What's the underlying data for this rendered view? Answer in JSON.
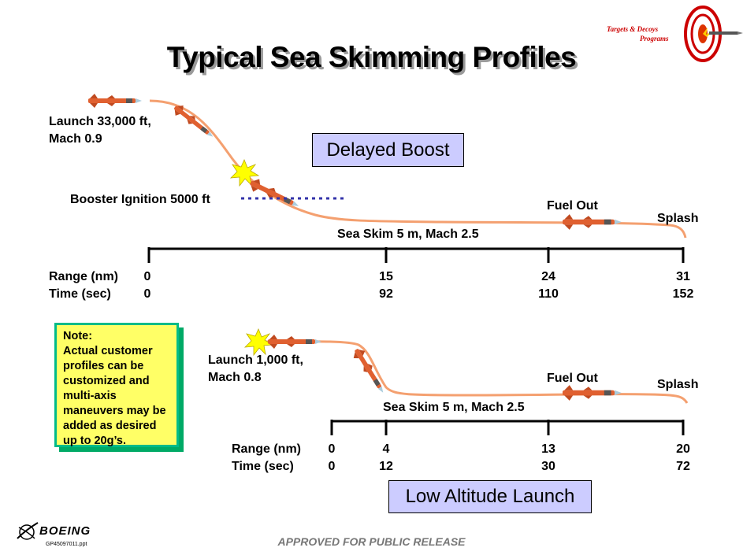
{
  "title": "Typical Sea Skimming Profiles",
  "logo": {
    "line1": "Targets & Decoys",
    "line2": "Programs"
  },
  "profile1": {
    "box_label": "Delayed Boost",
    "launch_line1": "Launch 33,000 ft,",
    "launch_line2": "Mach 0.9",
    "booster": "Booster Ignition 5000 ft",
    "fuel_out": "Fuel Out",
    "splash": "Splash",
    "sea_skim": "Sea Skim 5 m, Mach 2.5",
    "range_label": "Range (nm)",
    "time_label": "Time (sec)",
    "ranges": [
      "0",
      "15",
      "24",
      "31"
    ],
    "times": [
      "0",
      "92",
      "110",
      "152"
    ]
  },
  "profile2": {
    "box_label": "Low Altitude Launch",
    "launch_line1": "Launch 1,000 ft,",
    "launch_line2": "Mach 0.8",
    "fuel_out": "Fuel Out",
    "splash": "Splash",
    "sea_skim": "Sea Skim 5 m, Mach 2.5",
    "range_label": "Range (nm)",
    "time_label": "Time (sec)",
    "ranges": [
      "0",
      "4",
      "13",
      "20"
    ],
    "times": [
      "0",
      "12",
      "30",
      "72"
    ]
  },
  "note": {
    "lines": [
      "Note:",
      "Actual customer",
      "profiles can be",
      "customized and",
      "multi-axis",
      "maneuvers may be",
      "added as desired",
      "up to 20g’s."
    ]
  },
  "footer": {
    "release": "APPROVED FOR PUBLIC RELEASE",
    "brand": "BOEING",
    "doc_id": "GP45097011.ppt"
  },
  "colors": {
    "trajectory": "#f4a070",
    "missile": "#e06030",
    "box_fill": "#ccccff",
    "note_fill": "#ffff66",
    "note_border": "#00bb88",
    "ignition_line": "#3333aa",
    "burst": "#ffff00"
  },
  "icons": [
    "missile-icon",
    "burst-icon",
    "boeing-logo-icon",
    "target-logo-icon"
  ]
}
